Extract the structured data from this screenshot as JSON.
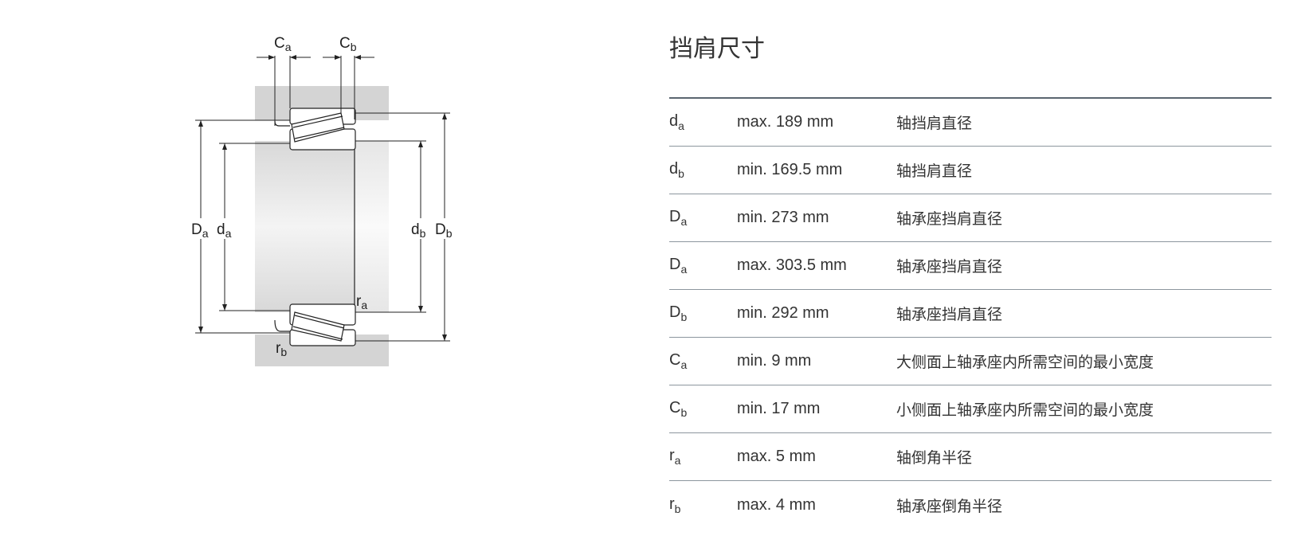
{
  "title": "挡肩尺寸",
  "diagram": {
    "labels": [
      {
        "base": "C",
        "sub": "a"
      },
      {
        "base": "C",
        "sub": "b"
      },
      {
        "base": "D",
        "sub": "a"
      },
      {
        "base": "d",
        "sub": "a"
      },
      {
        "base": "d",
        "sub": "b"
      },
      {
        "base": "D",
        "sub": "b"
      },
      {
        "base": "r",
        "sub": "a"
      },
      {
        "base": "r",
        "sub": "b"
      }
    ]
  },
  "rows": [
    {
      "sym": "d",
      "sub": "a",
      "value": "max. 189 mm",
      "desc": "轴挡肩直径"
    },
    {
      "sym": "d",
      "sub": "b",
      "value": "min. 169.5 mm",
      "desc": "轴挡肩直径"
    },
    {
      "sym": "D",
      "sub": "a",
      "value": "min. 273 mm",
      "desc": "轴承座挡肩直径"
    },
    {
      "sym": "D",
      "sub": "a",
      "value": "max. 303.5 mm",
      "desc": "轴承座挡肩直径"
    },
    {
      "sym": "D",
      "sub": "b",
      "value": "min. 292 mm",
      "desc": "轴承座挡肩直径"
    },
    {
      "sym": "C",
      "sub": "a",
      "value": "min. 9 mm",
      "desc": "大侧面上轴承座内所需空间的最小宽度"
    },
    {
      "sym": "C",
      "sub": "b",
      "value": "min. 17 mm",
      "desc": "小侧面上轴承座内所需空间的最小宽度"
    },
    {
      "sym": "r",
      "sub": "a",
      "value": "max. 5 mm",
      "desc": "轴倒角半径"
    },
    {
      "sym": "r",
      "sub": "b",
      "value": "max. 4 mm",
      "desc": "轴承座倒角半径"
    }
  ]
}
